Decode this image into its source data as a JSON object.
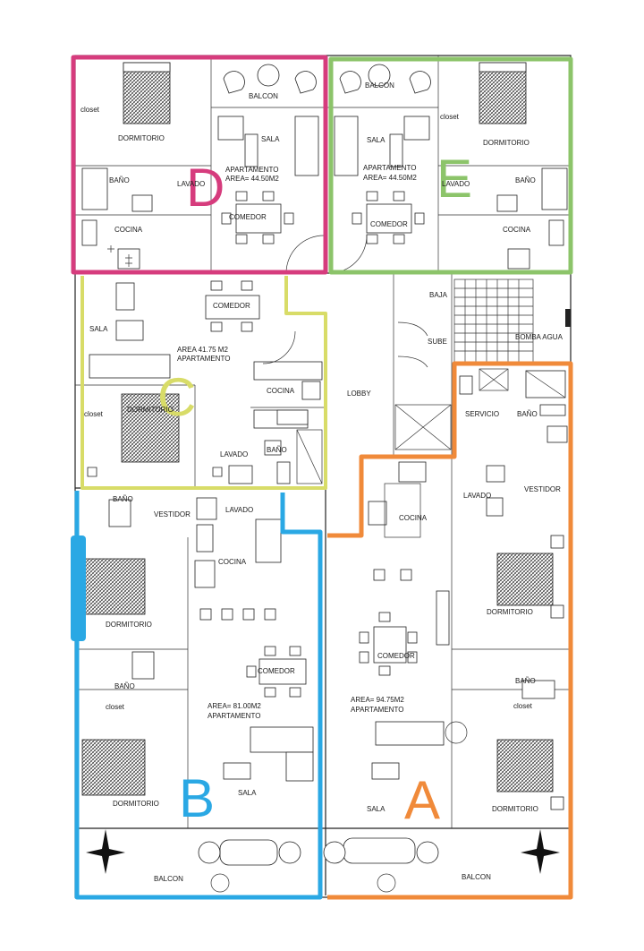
{
  "apartments": {
    "D": {
      "letter": "D",
      "color": "#d63c7d",
      "area_text": "AREA= 44.50M2",
      "type_text": "APARTAMENTO"
    },
    "E": {
      "letter": "E",
      "color": "#8cc46a",
      "area_text": "AREA= 44.50M2",
      "type_text": "APARTAMENTO"
    },
    "C": {
      "letter": "C",
      "color": "#d8dc68",
      "area_text": "AREA 41.75  M2",
      "type_text": "APARTAMENTO"
    },
    "B": {
      "letter": "B",
      "color": "#2aa8e4",
      "area_text": "AREA= 81.00M2",
      "type_text": "APARTAMENTO"
    },
    "A": {
      "letter": "A",
      "color": "#f08a3a",
      "area_text": "AREA= 94.75M2",
      "type_text": "APARTAMENTO"
    }
  },
  "rooms": {
    "d_balcon": "BALCON",
    "d_closet": "closet",
    "d_sala": "SALA",
    "d_dormitorio": "DORMITORIO",
    "d_bano": "BAÑO",
    "d_lavado": "LAVADO",
    "d_comedor": "COMEDOR",
    "d_cocina": "COCINA",
    "e_balcon": "BALCON",
    "e_closet": "closet",
    "e_sala": "SALA",
    "e_dormitorio": "DORMITORIO",
    "e_lavado": "LAVADO",
    "e_bano": "BAÑO",
    "e_comedor": "COMEDOR",
    "e_cocina": "COCINA",
    "c_comedor": "COMEDOR",
    "c_sala": "SALA",
    "c_closet": "closet",
    "c_dormitorio": "DORMITORIO",
    "c_cocina": "COCINA",
    "c_lavado": "LAVADO",
    "c_bano": "BAÑO",
    "lobby": "LOBBY",
    "baja": "BAJA",
    "sube": "SUBE",
    "bomba_agua": "BOMBA AGUA",
    "a_servicio": "SERVICIO",
    "a_bano_top": "BAÑO",
    "a_vestidor": "VESTIDOR",
    "a_cocina": "COCINA",
    "a_lavado": "LAVADO",
    "a_dormitorio_1": "DORMITORIO",
    "a_comedor": "COMEDOR",
    "a_bano_mid": "BAÑO",
    "a_closet": "closet",
    "a_sala": "SALA",
    "a_dormitorio_2": "DORMITORIO",
    "a_balcon": "BALCON",
    "b_bano_top": "BAÑO",
    "b_vestidor": "VESTIDOR",
    "b_lavado": "LAVADO",
    "b_cocina": "COCINA",
    "b_dormitorio_1": "DORMITORIO",
    "b_comedor": "COMEDOR",
    "b_bano_mid": "BAÑO",
    "b_closet": "closet",
    "b_sala": "SALA",
    "b_dormitorio_2": "DORMITORIO",
    "b_balcon": "BALCON"
  }
}
